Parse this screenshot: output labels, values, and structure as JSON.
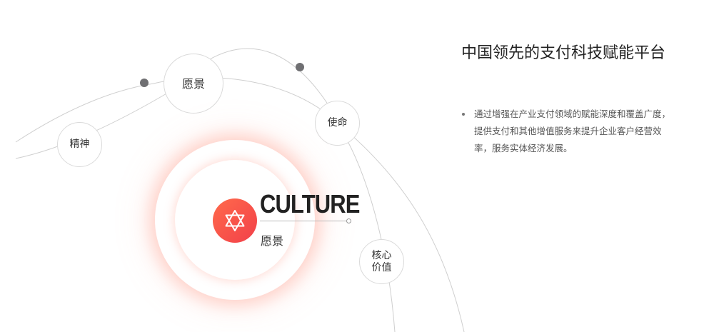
{
  "orbit_nodes": {
    "jingshen": "精神",
    "yuanjing": "愿景",
    "shiming": "使命",
    "hexin_line1": "核心",
    "hexin_line2": "价值"
  },
  "center": {
    "title": "CULTURE",
    "subtitle": "愿景",
    "emblem_icon": "star-of-david-icon"
  },
  "panel": {
    "title": "中国领先的支付科技赋能平台",
    "items": [
      "通过增强在产业支付领域的赋能深度和覆盖广度，提供支付和其他增值服务来提升企业客户经营效率，服务实体经济发展。"
    ]
  },
  "colors": {
    "accent_start": "#ff6a4b",
    "accent_end": "#f2404a",
    "line": "#cfcfcf",
    "dot": "#6f6f72"
  }
}
